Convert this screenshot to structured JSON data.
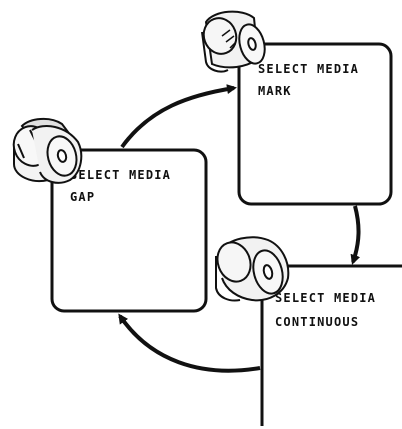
{
  "screens": {
    "gap": {
      "line1": "SELECT MEDIA",
      "line2": "GAP",
      "roll_icon": "gap-media-roll-icon"
    },
    "mark": {
      "line1": "SELECT MEDIA",
      "line2": "MARK",
      "roll_icon": "mark-media-roll-icon"
    },
    "continuous": {
      "line1": "SELECT MEDIA",
      "line2": "CONTINUOUS",
      "roll_icon": "continuous-media-roll-icon"
    }
  },
  "colors": {
    "stroke": "#111111",
    "roll_fill": "#f2f2f2",
    "roll_shadow": "#d6d6d6"
  }
}
